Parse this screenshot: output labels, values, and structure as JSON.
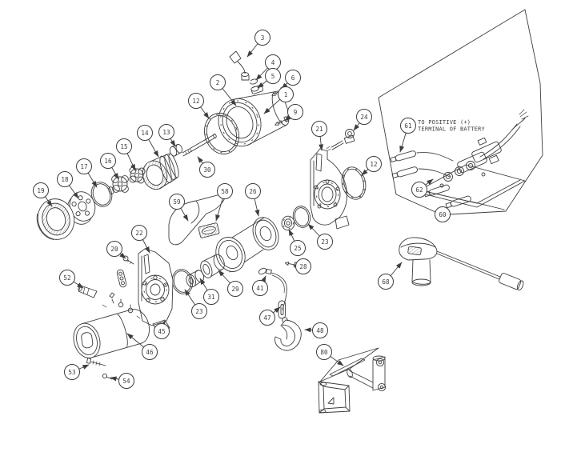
{
  "diagram": {
    "background": "#ffffff",
    "line_color": "#3d3d3d",
    "annotation": {
      "line1": "TO POSITIVE (+)",
      "line2": "TERMINAL OF BATTERY"
    },
    "callouts": {
      "n1": "1",
      "n2": "2",
      "n3": "3",
      "n4": "4",
      "n5": "5",
      "n6": "6",
      "n9": "9",
      "n12": "12",
      "n13": "13",
      "n14": "14",
      "n15": "15",
      "n16": "16",
      "n17": "17",
      "n18": "18",
      "n19": "19",
      "n20": "20",
      "n21": "21",
      "n22": "22",
      "n23": "23",
      "n24": "24",
      "n25": "25",
      "n26": "26",
      "n28": "28",
      "n29": "29",
      "n30": "30",
      "n31": "31",
      "n41": "41",
      "n45": "45",
      "n46": "46",
      "n47": "47",
      "n48": "48",
      "n52": "52",
      "n53": "53",
      "n54": "54",
      "n58": "58",
      "n59": "59",
      "n60": "60",
      "n61": "61",
      "n62": "62",
      "n68": "68",
      "n80": "80"
    }
  }
}
